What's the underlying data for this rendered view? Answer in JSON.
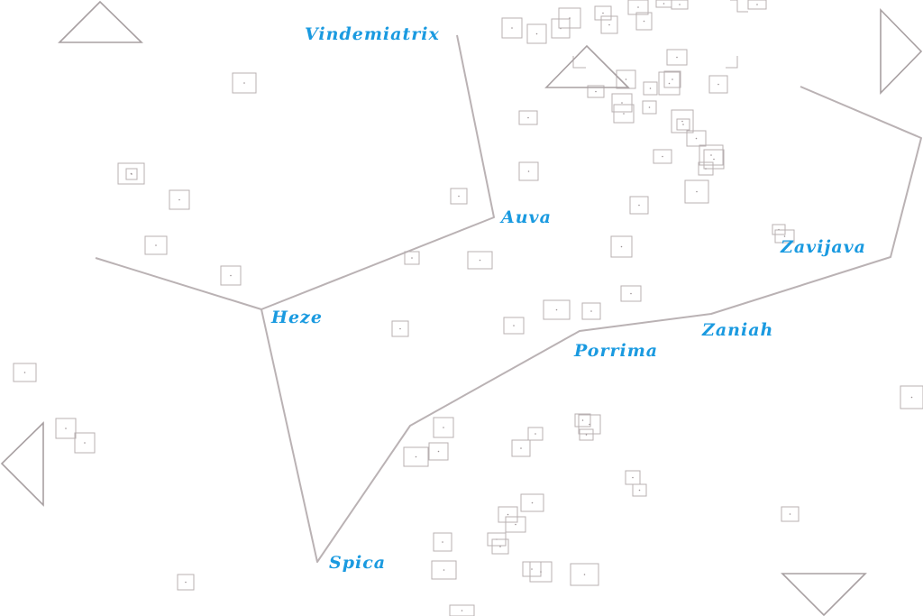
{
  "map": {
    "colors": {
      "label": "#1a9ae0",
      "constellation_line": "#bab2b4",
      "object_box": "#b8b0b2",
      "nav_arrow": "#a8a0a2",
      "background": "#ffffff"
    },
    "stars": [
      {
        "id": "vindemiatrix",
        "name": "Vindemiatrix"
      },
      {
        "id": "auva",
        "name": "Auva"
      },
      {
        "id": "heze",
        "name": "Heze"
      },
      {
        "id": "zavijava",
        "name": "Zavijava"
      },
      {
        "id": "zaniah",
        "name": "Zaniah"
      },
      {
        "id": "porrima",
        "name": "Porrima"
      },
      {
        "id": "spica",
        "name": "Spica"
      }
    ],
    "navigation": [
      {
        "id": "pan-up",
        "icon": "triangle-up-icon"
      },
      {
        "id": "pan-down",
        "icon": "triangle-down-icon"
      },
      {
        "id": "pan-left",
        "icon": "triangle-left-icon"
      },
      {
        "id": "pan-right",
        "icon": "triangle-right-icon"
      },
      {
        "id": "zoom-marker",
        "icon": "triangle-up-icon"
      }
    ]
  }
}
